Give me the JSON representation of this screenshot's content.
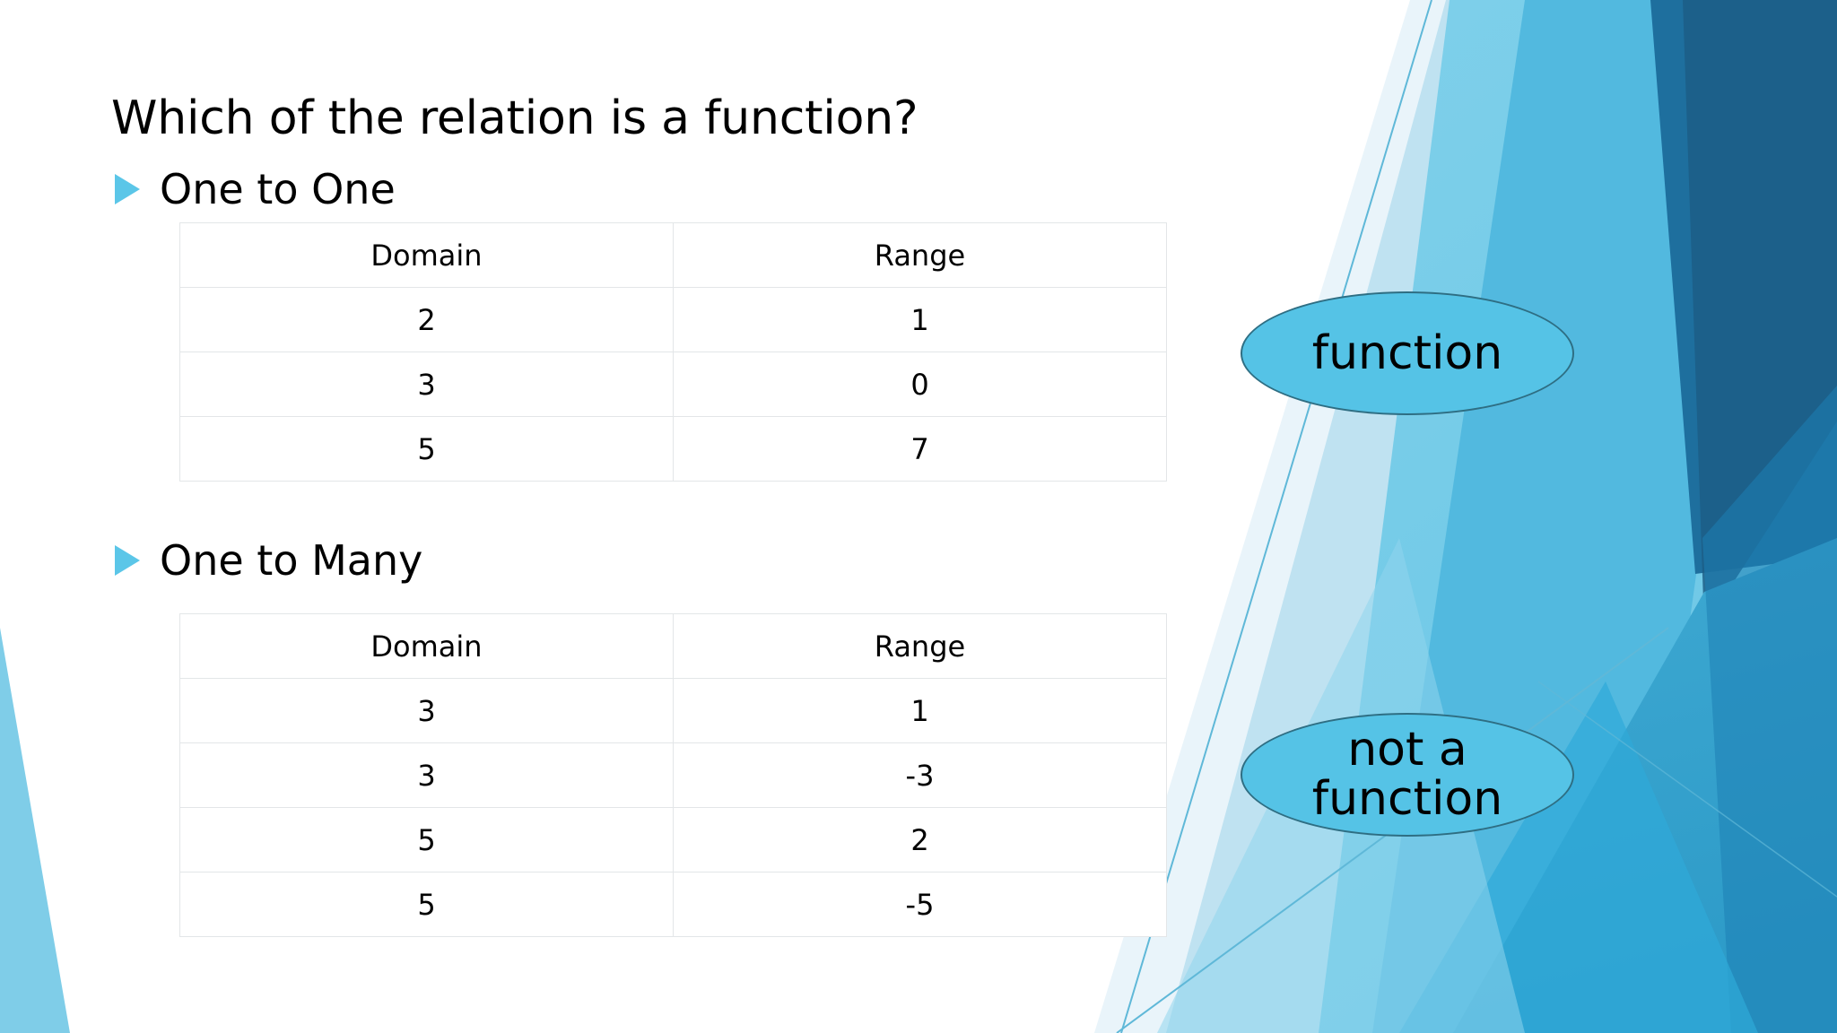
{
  "slide": {
    "title": "Which of the relation is a function?",
    "background_color": "#FFFFFF",
    "accent_color": "#5BC6E8",
    "table_border_color": "#E3E6E8"
  },
  "sections": [
    {
      "bullet_icon": "triangle-right-icon",
      "label": "One to One",
      "table": {
        "headers": [
          "Domain",
          "Range"
        ],
        "rows": [
          [
            "2",
            "1"
          ],
          [
            "3",
            "0"
          ],
          [
            "5",
            "7"
          ]
        ]
      },
      "callout": {
        "text": "function",
        "fill": "#55C3E6",
        "border": "#2E6E83"
      }
    },
    {
      "bullet_icon": "triangle-right-icon",
      "label": "One to Many",
      "table": {
        "headers": [
          "Domain",
          "Range"
        ],
        "rows": [
          [
            "3",
            "1"
          ],
          [
            "3",
            "-3"
          ],
          [
            "5",
            "2"
          ],
          [
            "5",
            "-5"
          ]
        ]
      },
      "callout": {
        "text": "not a function",
        "fill": "#55C3E6",
        "border": "#2E6E83"
      }
    }
  ]
}
